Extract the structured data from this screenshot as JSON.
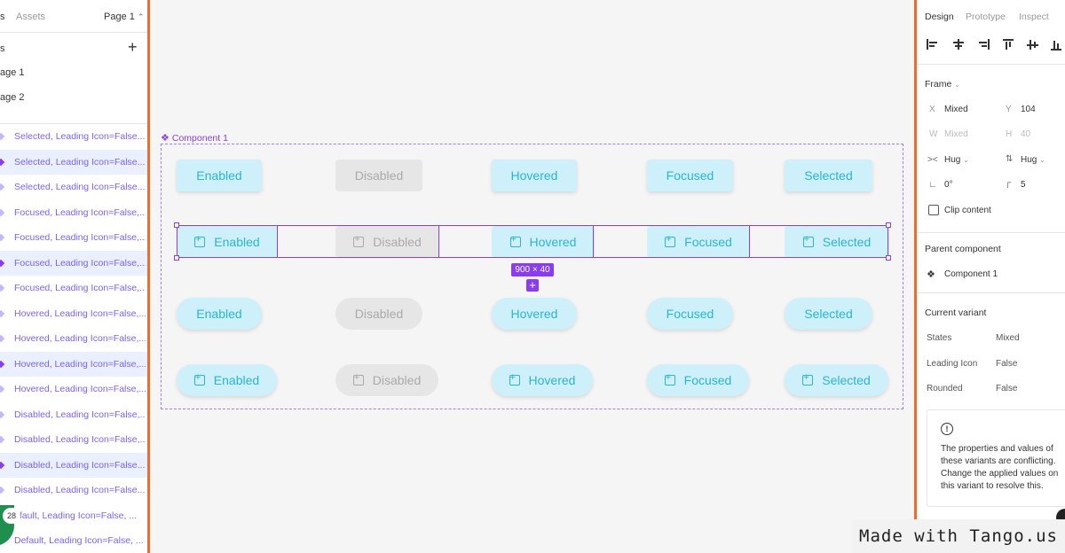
{
  "left_panel": {
    "tab_layers": "s",
    "tab_assets": "Assets",
    "page_selector": "Page 1",
    "pages_header": "s",
    "add_page": "+",
    "pages": [
      "age 1",
      "age 2"
    ],
    "layers": [
      {
        "label": "Selected, Leading Icon=False...",
        "highlight": false,
        "dark": false
      },
      {
        "label": "Selected, Leading Icon=False...",
        "highlight": true,
        "dark": true
      },
      {
        "label": "Selected, Leading Icon=False...",
        "highlight": false,
        "dark": false
      },
      {
        "label": "Focused, Leading Icon=False,...",
        "highlight": false,
        "dark": false
      },
      {
        "label": "Focused, Leading Icon=False,...",
        "highlight": false,
        "dark": false
      },
      {
        "label": "Focused, Leading Icon=False,...",
        "highlight": true,
        "dark": true
      },
      {
        "label": "Focused, Leading Icon=False,...",
        "highlight": false,
        "dark": false
      },
      {
        "label": "Hovered, Leading Icon=False,...",
        "highlight": false,
        "dark": false
      },
      {
        "label": "Hovered, Leading Icon=False,...",
        "highlight": false,
        "dark": false
      },
      {
        "label": "Hovered, Leading Icon=False,...",
        "highlight": true,
        "dark": true
      },
      {
        "label": "Hovered, Leading Icon=False,...",
        "highlight": false,
        "dark": false
      },
      {
        "label": "Disabled, Leading Icon=False,...",
        "highlight": false,
        "dark": false
      },
      {
        "label": "Disabled, Leading Icon=False,...",
        "highlight": false,
        "dark": false
      },
      {
        "label": "Disabled, Leading Icon=False...",
        "highlight": true,
        "dark": true
      },
      {
        "label": "Disabled, Leading Icon=False...",
        "highlight": false,
        "dark": false
      },
      {
        "label": "efault, Leading Icon=False, ...",
        "highlight": false,
        "dark": false
      },
      {
        "label": "Default, Leading Icon=False, ...",
        "highlight": false,
        "dark": false
      }
    ],
    "badge_count": "28"
  },
  "canvas": {
    "component_label": "Component 1",
    "size_label": "900 × 40",
    "rows": [
      {
        "variant": "square",
        "icon": false,
        "buttons": [
          "Enabled",
          "Disabled",
          "Hovered",
          "Focused",
          "Selected"
        ]
      },
      {
        "variant": "square",
        "icon": true,
        "buttons": [
          "Enabled",
          "Disabled",
          "Hovered",
          "Focused",
          "Selected"
        ]
      },
      {
        "variant": "round",
        "icon": false,
        "buttons": [
          "Enabled",
          "Disabled",
          "Hovered",
          "Focused",
          "Selected"
        ]
      },
      {
        "variant": "round",
        "icon": true,
        "buttons": [
          "Enabled",
          "Disabled",
          "Hovered",
          "Focused",
          "Selected"
        ]
      }
    ]
  },
  "right_panel": {
    "tabs": [
      "Design",
      "Prototype",
      "Inspect"
    ],
    "frame_title": "Frame",
    "x_label": "X",
    "x_value": "Mixed",
    "y_label": "Y",
    "y_value": "104",
    "w_label": "W",
    "w_value": "Mixed",
    "h_label": "H",
    "h_value": "40",
    "hug_h": "Hug",
    "hug_v": "Hug",
    "rotation": "0°",
    "radius": "5",
    "clip_content": "Clip content",
    "parent_component_title": "Parent component",
    "parent_component": "Component 1",
    "current_variant_title": "Current variant",
    "props": [
      {
        "name": "States",
        "value": "Mixed"
      },
      {
        "name": "Leading Icon",
        "value": "False"
      },
      {
        "name": "Rounded",
        "value": "False"
      }
    ],
    "warning": "The properties and values of these variants are conflicting. Change the applied values on this variant to resolve this."
  },
  "watermark": "Made with Tango.us",
  "colors": {
    "accent_orange": "#f26b2a",
    "purple": "#8a3cf0",
    "button_bg": "#cdf0fb",
    "button_text": "#2bb3d8"
  }
}
